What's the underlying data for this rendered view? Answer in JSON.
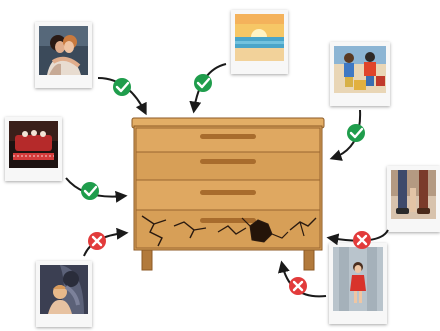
{
  "colors": {
    "check": "#1f9d4c",
    "cross": "#e23b3b",
    "wood_light": "#d9a15a",
    "wood_mid": "#c98c45",
    "wood_dark": "#8c5a25",
    "handle": "#a86c2d",
    "arrow": "#1a1a1a"
  },
  "photos": [
    {
      "id": "hug",
      "icon": "couple-hug-photo",
      "status": "positive"
    },
    {
      "id": "beach",
      "icon": "sunset-beach-photo",
      "status": "positive"
    },
    {
      "id": "kids",
      "icon": "children-playing-photo",
      "status": "positive"
    },
    {
      "id": "couch",
      "icon": "family-on-couch-photo",
      "status": "positive"
    },
    {
      "id": "legs",
      "icon": "feet-standing-photo",
      "status": "negative"
    },
    {
      "id": "abuse",
      "icon": "frightened-child-photo",
      "status": "negative"
    },
    {
      "id": "girl",
      "icon": "child-alone-photo",
      "status": "negative"
    }
  ],
  "dresser": {
    "drawers": 4,
    "broken_drawer": "bottom"
  }
}
